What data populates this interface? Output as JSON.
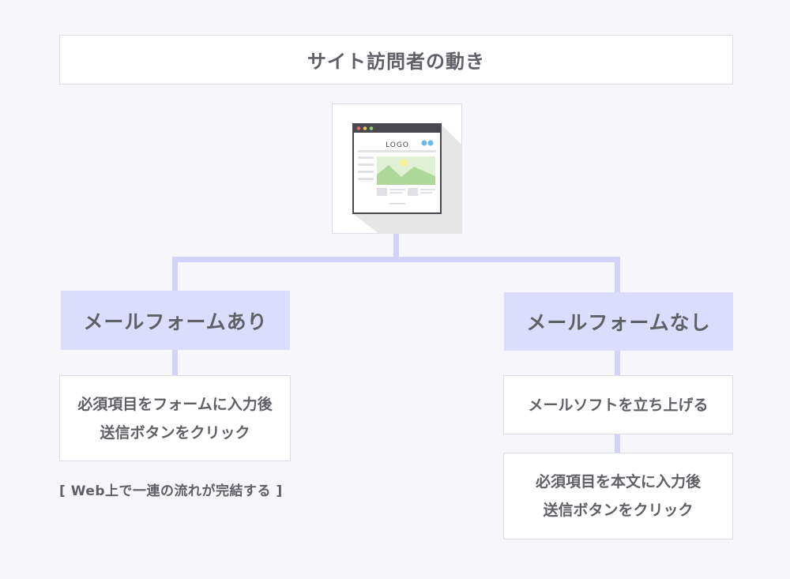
{
  "title": "サイト訪問者の動き",
  "website_mockup": {
    "logo_text": "LOGO"
  },
  "branches": [
    {
      "header": "メールフォームあり",
      "steps": [
        {
          "lines": [
            "必須項目をフォームに入力後",
            "送信ボタンをクリック"
          ]
        }
      ],
      "note": "[ Web上で一連の流れが完結する ]"
    },
    {
      "header": "メールフォームなし",
      "steps": [
        {
          "lines": [
            "メールソフトを立ち上げる"
          ]
        },
        {
          "lines": [
            "必須項目を本文に入力後",
            "送信ボタンをクリック"
          ]
        }
      ]
    }
  ],
  "colors": {
    "background": "#f7f7fb",
    "header_fill": "#dcdcfc",
    "connector": "#d2d2fa",
    "text": "#5f5f66",
    "mockup_image_green": "#aed89a",
    "mockup_sun": "#f4ef9a",
    "mockup_dots": "#6cb8e6"
  }
}
